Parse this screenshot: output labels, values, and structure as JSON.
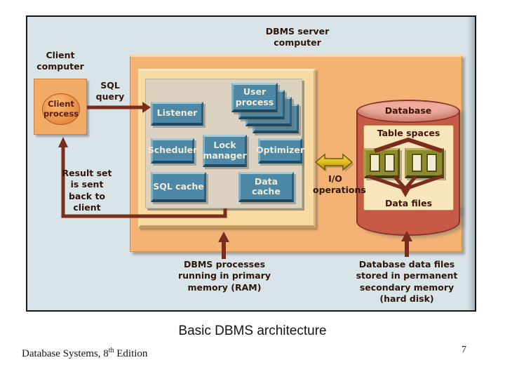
{
  "slide": {
    "caption": "Basic DBMS architecture",
    "footer": {
      "prefix": "Database Systems, 8",
      "sup": "th",
      "suffix": " Edition"
    },
    "page_number": "7"
  },
  "colors": {
    "diagram_background": "#d9e4e9",
    "server_box_orange": "#f4b374",
    "ram_box_tan": "#f7d9a2",
    "memory_panel_beige": "#dbd2c1",
    "process_box_blue": "#4d88a6",
    "cylinder_red": "#c75947",
    "cylinder_top_pink": "#ecab9e",
    "table_space_panel_cream": "#f9e5bb",
    "table_space_olive": "#8e8a2e",
    "flow_arrow_maroon": "#7b2d1d",
    "io_arrow_yellow": "#e8c52c"
  },
  "labels": {
    "client_computer": {
      "line1": "Client",
      "line2": "computer"
    },
    "client_process": {
      "line1": "Client",
      "line2": "process"
    },
    "sql_query": {
      "line1": "SQL",
      "line2": "query"
    },
    "dbms_server": {
      "line1": "DBMS server",
      "line2": "computer"
    },
    "result_set": {
      "line1": "Result set",
      "line2": "is sent",
      "line3": "back to",
      "line4": "client"
    },
    "io_operations": {
      "line1": "I/O",
      "line2": "operations"
    },
    "dbms_processes": {
      "line1": "DBMS processes",
      "line2": "running in primary",
      "line3": "memory (RAM)"
    },
    "db_data_files": {
      "line1": "Database data files",
      "line2": "stored in permanent",
      "line3": "secondary memory",
      "line4": "(hard disk)"
    },
    "database": "Database",
    "table_spaces": "Table spaces",
    "data_files": "Data files"
  },
  "processes": {
    "listener": "Listener",
    "user_process": {
      "line1": "User",
      "line2": "process"
    },
    "scheduler": "Scheduler",
    "lock_manager": {
      "line1": "Lock",
      "line2": "manager"
    },
    "optimizer": "Optimizer",
    "sql_cache": "SQL cache",
    "data_cache": "Data cache"
  }
}
